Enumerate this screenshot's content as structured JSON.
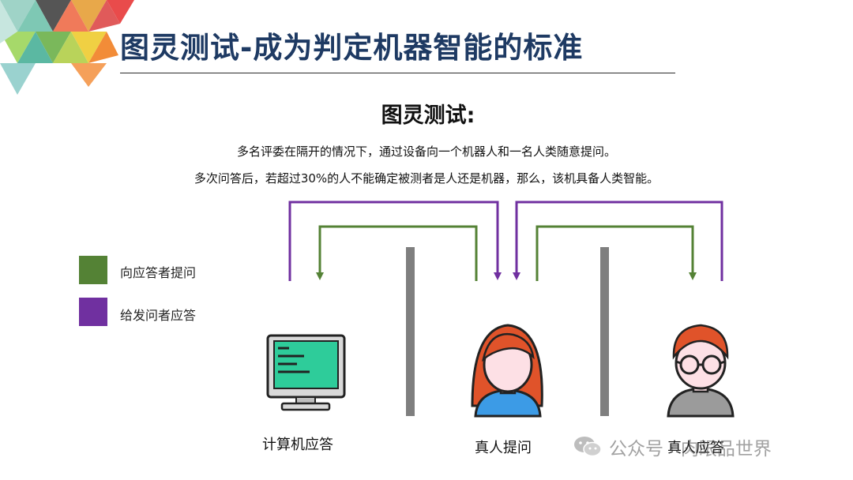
{
  "title": "图灵测试-成为判定机器智能的标准",
  "subtitle": "图灵测试:",
  "description": [
    "多名评委在隔开的情况下，通过设备向一个机器人和一名人类随意提问。",
    "多次问答后，若超过30%的人不能确定被测者是人还是机器，那么，该机具备人类智能。"
  ],
  "legend": [
    {
      "label": "向应答者提问",
      "color": "#548235"
    },
    {
      "label": "给发问者应答",
      "color": "#7030a0"
    }
  ],
  "colors": {
    "green": "#548235",
    "purple": "#7030a0",
    "title": "#1e3a63",
    "divider": "#7f7f7f"
  },
  "participants": [
    {
      "label": "计算机应答",
      "icon": "computer-icon"
    },
    {
      "label": "真人提问",
      "icon": "woman-icon"
    },
    {
      "label": "真人应答",
      "icon": "man-with-glasses-icon"
    }
  ],
  "watermark": {
    "text": "公众号 · 肉眼品世界",
    "icon": "wechat-icon"
  }
}
